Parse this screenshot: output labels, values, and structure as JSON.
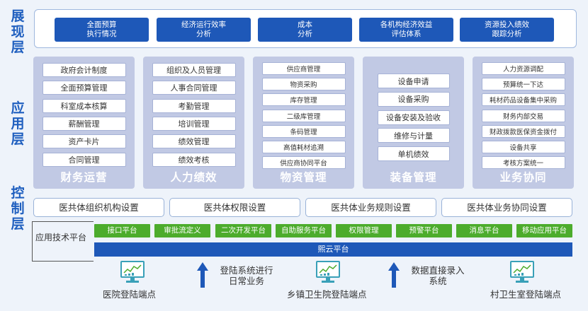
{
  "layers": {
    "presentation": "展现层",
    "application": "应用层",
    "control": "控制层"
  },
  "presentation": [
    {
      "line1": "全面预算",
      "line2": "执行情况"
    },
    {
      "line1": "经济运行效率",
      "line2": "分析"
    },
    {
      "line1": "成本",
      "line2": "分析"
    },
    {
      "line1": "各机构经济效益",
      "line2": "评估体系"
    },
    {
      "line1": "资源投入绩效",
      "line2": "跟踪分析"
    }
  ],
  "modules": [
    {
      "title": "财务运营",
      "items": [
        "政府会计制度",
        "全面预算管理",
        "科室成本核算",
        "薪酬管理",
        "资产卡片",
        "合同管理"
      ]
    },
    {
      "title": "人力绩效",
      "items": [
        "组织及人员管理",
        "人事合同管理",
        "考勤管理",
        "培训管理",
        "绩效管理",
        "绩效考核"
      ]
    },
    {
      "title": "物资管理",
      "items": [
        "供应商管理",
        "物资采购",
        "库存管理",
        "二级库管理",
        "条码管理",
        "高值耗材追溯",
        "供应商协同平台"
      ]
    },
    {
      "title": "装备管理",
      "items": [
        "设备申请",
        "设备采购",
        "设备安装及验收",
        "维修与计量",
        "单机绩效"
      ]
    },
    {
      "title": "业务协同",
      "items": [
        "人力资源调配",
        "预算统一下达",
        "耗材药品设备集中采购",
        "财务内部交易",
        "财政拨款医保资金拨付",
        "设备共享",
        "考核方案统一"
      ]
    }
  ],
  "control_boxes": [
    "医共体组织机构设置",
    "医共体权限设置",
    "医共体业务规则设置",
    "医共体业务协同设置"
  ],
  "tech_platform": {
    "label": "应用技术平台",
    "items": [
      "接口平台",
      "审批流定义",
      "二次开发平台",
      "自助服务平台",
      "权限管理",
      "预警平台",
      "消息平台",
      "移动应用平台"
    ],
    "base": "熙云平台"
  },
  "terminals": [
    "医院登陆端点",
    "乡镇卫生院登陆端点",
    "村卫生室登陆端点"
  ],
  "arrows": [
    {
      "line1": "登陆系统进行",
      "line2": "日常业务"
    },
    {
      "line1": "数据直接录入",
      "line2": "系统"
    }
  ],
  "colors": {
    "primary_blue": "#1e58b8",
    "green": "#4cac2c",
    "module_bg": "#c1c9e4",
    "label_blue": "#1f5fbf"
  }
}
